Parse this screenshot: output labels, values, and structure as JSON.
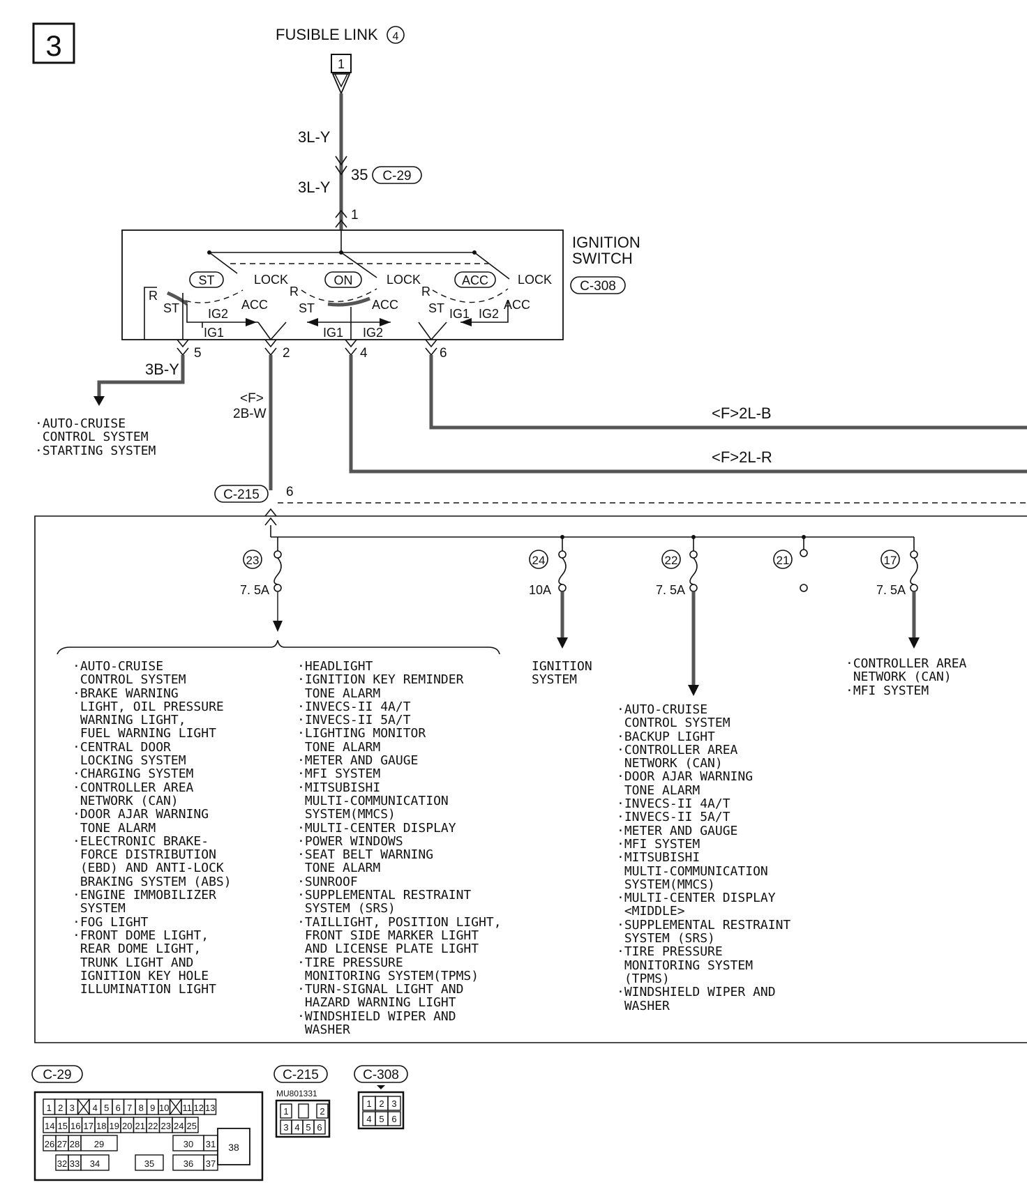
{
  "page_number": "3",
  "fusible_link": {
    "label": "FUSIBLE LINK",
    "num": "4",
    "pin": "1"
  },
  "wires": {
    "top_upper": "3L-Y",
    "top_lower": "3L-Y",
    "c29_pin": "35",
    "st_out": "3B-Y",
    "ig1_mark": "<F>",
    "ig1_wire": "2B-W",
    "ig2_wire": "<F>2L-R",
    "acc_wire": "<F>2L-B"
  },
  "connectors": {
    "c29": "C-29",
    "c215": "C-215",
    "c308": "C-308",
    "part_no": "MU801331"
  },
  "switch": {
    "title_line1": "IGNITION",
    "title_line2": "SWITCH",
    "pos_st": "ST",
    "pos_on": "ON",
    "pos_acc": "ACC",
    "lock": "LOCK",
    "acc": "ACC",
    "r": "R",
    "st": "ST",
    "ig1": "IG1",
    "ig2": "IG2",
    "in_pin": "1",
    "pins": [
      "5",
      "2",
      "4",
      "6"
    ]
  },
  "c215_pin": "6",
  "fuses": [
    {
      "num": "23",
      "rating": "7. 5A"
    },
    {
      "num": "24",
      "rating": "10A"
    },
    {
      "num": "22",
      "rating": "7. 5A"
    },
    {
      "num": "21",
      "rating": ""
    },
    {
      "num": "17",
      "rating": "7. 5A"
    }
  ],
  "st_destinations": "·AUTO-CRUISE\n CONTROL SYSTEM\n·STARTING SYSTEM",
  "fuse23_list_a": "·AUTO-CRUISE\n CONTROL SYSTEM\n·BRAKE WARNING\n LIGHT, OIL PRESSURE\n WARNING LIGHT,\n FUEL WARNING LIGHT\n·CENTRAL DOOR\n LOCKING SYSTEM\n·CHARGING SYSTEM\n·CONTROLLER AREA\n NETWORK (CAN)\n·DOOR AJAR WARNING\n TONE ALARM\n·ELECTRONIC BRAKE-\n FORCE DISTRIBUTION\n (EBD) AND ANTI-LOCK\n BRAKING SYSTEM (ABS)\n·ENGINE IMMOBILIZER\n SYSTEM\n·FOG LIGHT\n·FRONT DOME LIGHT,\n REAR DOME LIGHT,\n TRUNK LIGHT AND\n IGNITION KEY HOLE\n ILLUMINATION LIGHT",
  "fuse23_list_b": "·HEADLIGHT\n·IGNITION KEY REMINDER\n TONE ALARM\n·INVECS-II 4A/T\n·INVECS-II 5A/T\n·LIGHTING MONITOR\n TONE ALARM\n·METER AND GAUGE\n·MFI SYSTEM\n·MITSUBISHI\n MULTI-COMMUNICATION\n SYSTEM(MMCS)\n·MULTI-CENTER DISPLAY\n·POWER WINDOWS\n·SEAT BELT WARNING\n TONE ALARM\n·SUNROOF\n·SUPPLEMENTAL RESTRAINT\n SYSTEM (SRS)\n·TAILLIGHT, POSITION LIGHT,\n FRONT SIDE MARKER LIGHT\n AND LICENSE PLATE LIGHT\n·TIRE PRESSURE\n MONITORING SYSTEM(TPMS)\n·TURN-SIGNAL LIGHT AND\n HAZARD WARNING LIGHT\n·WINDSHIELD WIPER AND\n WASHER",
  "fuse24_dest": "IGNITION\nSYSTEM",
  "fuse22_list": "·AUTO-CRUISE\n CONTROL SYSTEM\n·BACKUP LIGHT\n·CONTROLLER AREA\n NETWORK (CAN)\n·DOOR AJAR WARNING\n TONE ALARM\n·INVECS-II 4A/T\n·INVECS-II 5A/T\n·METER AND GAUGE\n·MFI SYSTEM\n·MITSUBISHI\n MULTI-COMMUNICATION\n SYSTEM(MMCS)\n·MULTI-CENTER DISPLAY\n <MIDDLE>\n·SUPPLEMENTAL RESTRAINT\n SYSTEM (SRS)\n·TIRE PRESSURE\n MONITORING SYSTEM\n (TPMS)\n·WINDSHIELD WIPER AND\n WASHER",
  "fuse17_list": "·CONTROLLER AREA\n NETWORK (CAN)\n·MFI SYSTEM",
  "c29_rows": [
    [
      "1",
      "2",
      "3",
      "X",
      "4",
      "5",
      "6",
      "7",
      "8",
      "9",
      "10",
      "X",
      "11",
      "12",
      "13"
    ],
    [
      "14",
      "15",
      "16",
      "17",
      "18",
      "19",
      "20",
      "21",
      "22",
      "23",
      "24",
      "25"
    ],
    [
      "26",
      "27",
      "28",
      "29",
      "30",
      "31"
    ],
    [
      "32",
      "33",
      "34",
      "35",
      "36",
      "37"
    ]
  ],
  "c29_big": "38",
  "c215_rows": [
    [
      "1",
      "",
      "2"
    ],
    [
      "3",
      "4",
      "5",
      "6"
    ]
  ],
  "c308_rows": [
    [
      "1",
      "2",
      "3"
    ],
    [
      "4",
      "5",
      "6"
    ]
  ]
}
